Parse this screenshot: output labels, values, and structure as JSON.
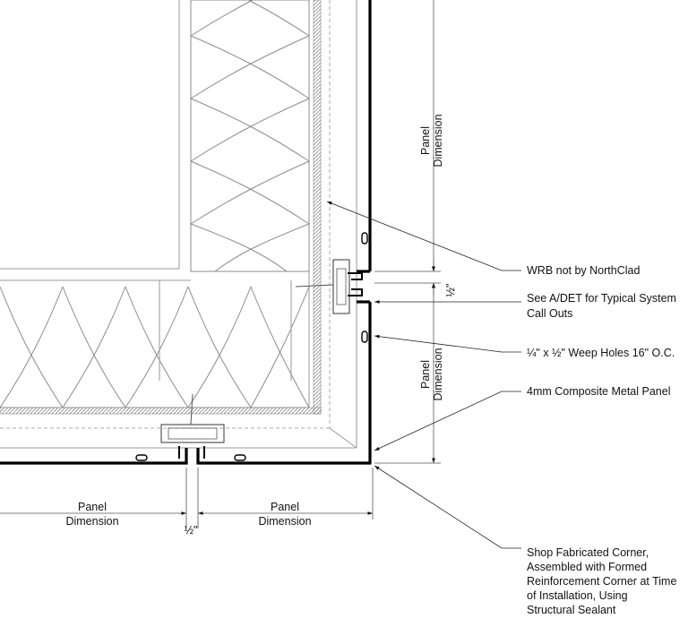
{
  "callouts": {
    "wrb": "WRB not by NorthClad",
    "system": [
      "See A/DET for Typical System",
      "Call Outs"
    ],
    "weep": "¼\" x ½\" Weep Holes 16\" O.C.",
    "panel": "4mm Composite Metal Panel",
    "corner": [
      "Shop Fabricated Corner,",
      "Assembled with Formed",
      "Reinforcement Corner at Time",
      "of Installation, Using",
      "Structural Sealant"
    ]
  },
  "dimensions": {
    "vertical_upper": [
      "Panel",
      "Dimension"
    ],
    "vertical_lower": [
      "Panel",
      "Dimension"
    ],
    "vertical_joint": "½\"",
    "horizontal_left": [
      "Panel",
      "Dimension"
    ],
    "horizontal_right": [
      "Panel",
      "Dimension"
    ],
    "horizontal_joint": "½\""
  }
}
